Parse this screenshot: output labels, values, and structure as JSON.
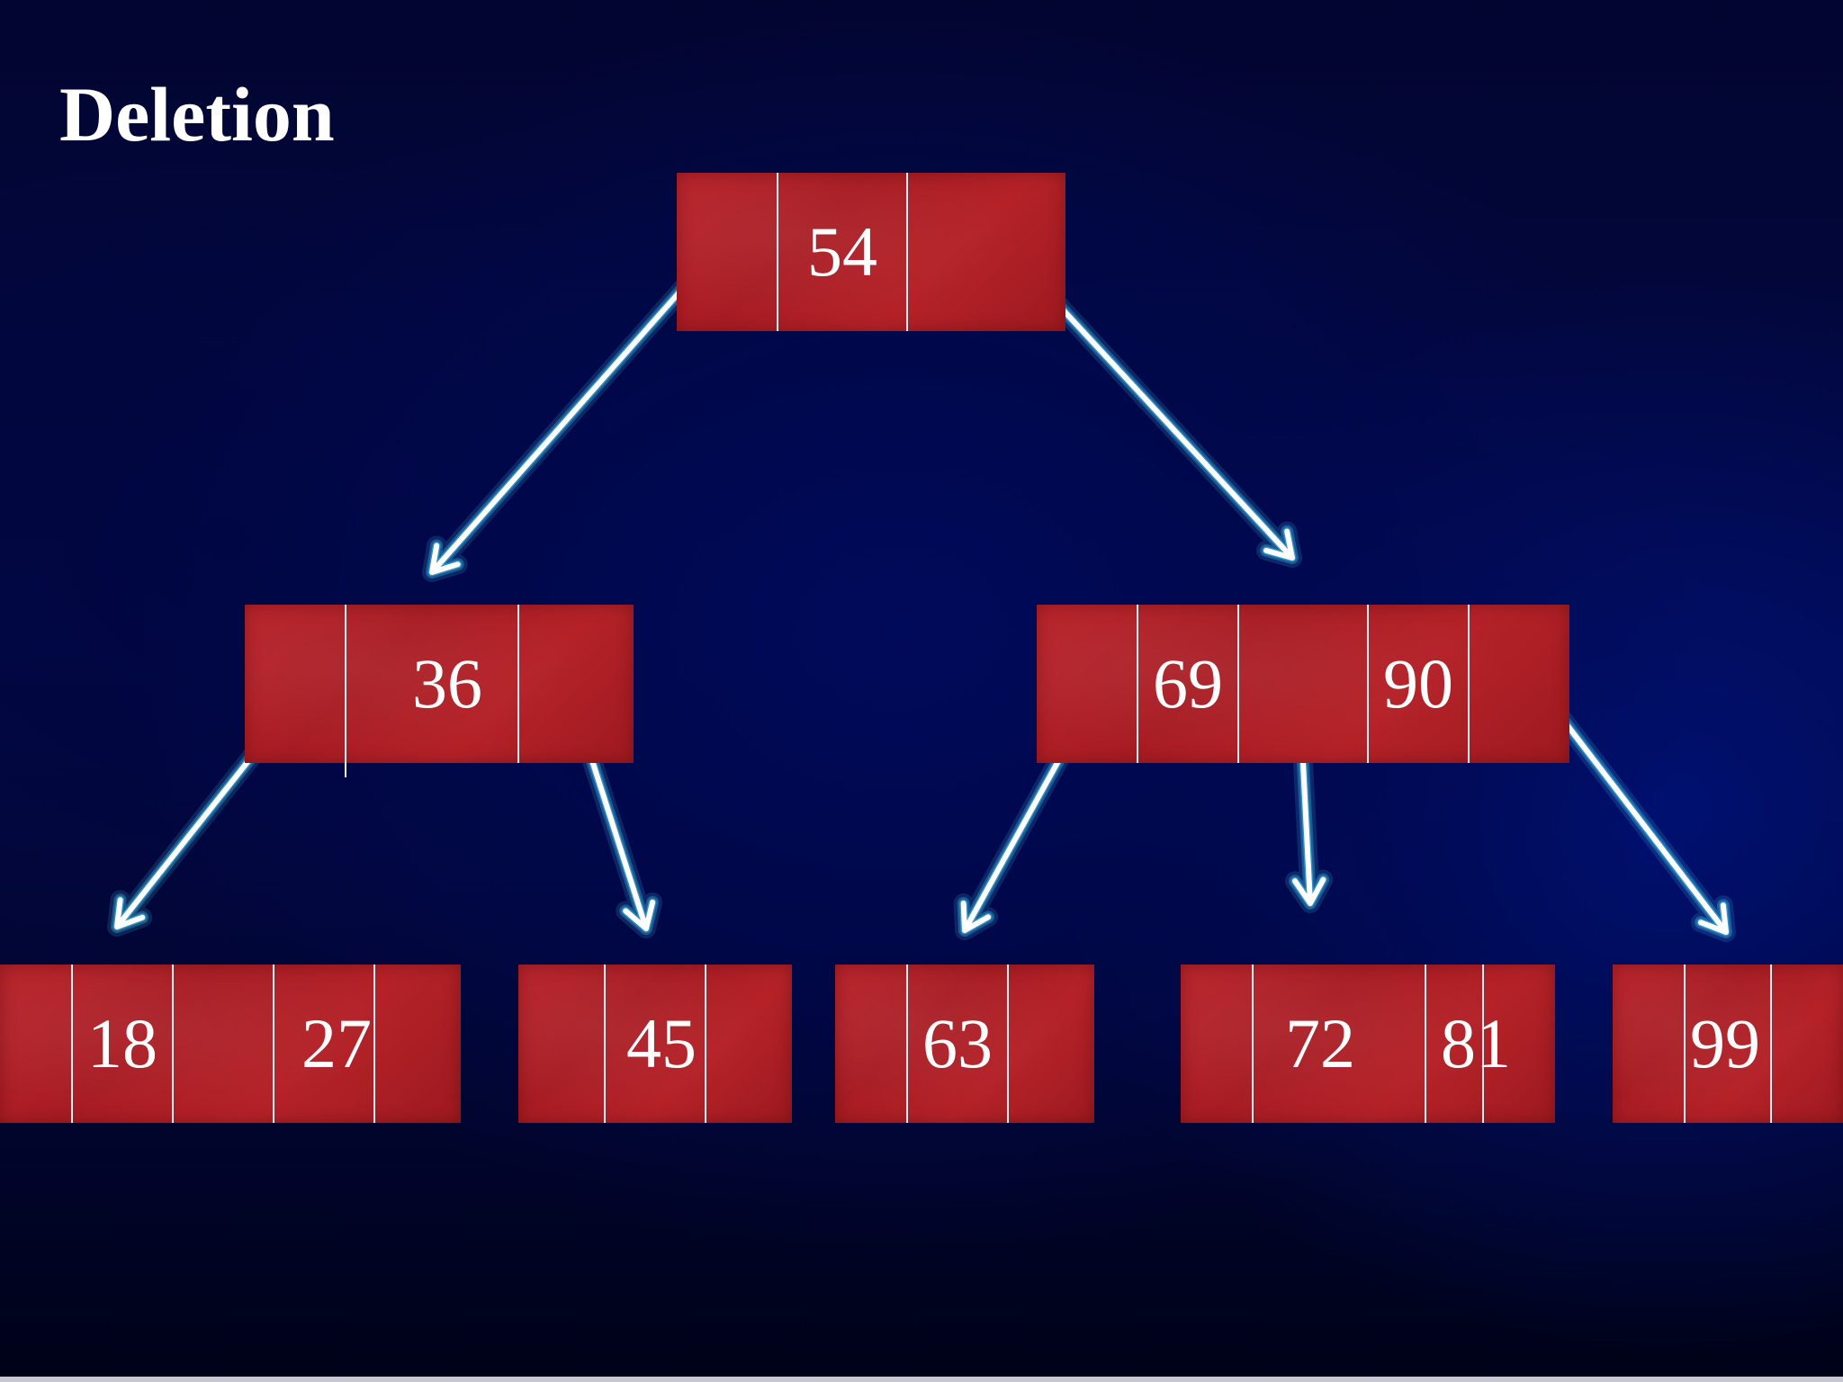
{
  "title": "Deletion",
  "colors": {
    "node_fill": "#b01f26",
    "divider": "#f2f2f2",
    "arrow": "#ffffff",
    "arrow_glow": "#3fb6e6",
    "text": "#ffffff"
  },
  "tree": {
    "root": {
      "keys": [
        "54"
      ]
    },
    "level1": [
      {
        "keys": [
          "36"
        ]
      },
      {
        "keys": [
          "69",
          "90"
        ]
      }
    ],
    "leaves": [
      {
        "keys": [
          "18",
          "27"
        ]
      },
      {
        "keys": [
          "45"
        ]
      },
      {
        "keys": [
          "63"
        ]
      },
      {
        "keys": [
          "72",
          "81"
        ]
      },
      {
        "keys": [
          "99"
        ]
      }
    ]
  }
}
